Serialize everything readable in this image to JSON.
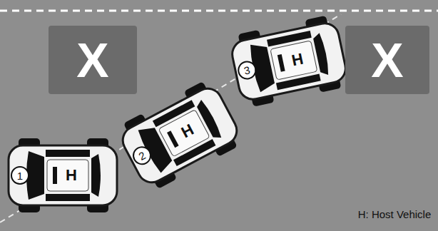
{
  "diagram": {
    "nodes": [
      {
        "text": [
          "X"
        ]
      },
      {
        "text": [
          "X"
        ]
      }
    ],
    "labels": [
      "1",
      "H",
      "2",
      "H",
      "3",
      "H",
      "H: Host Vehicle"
    ]
  }
}
